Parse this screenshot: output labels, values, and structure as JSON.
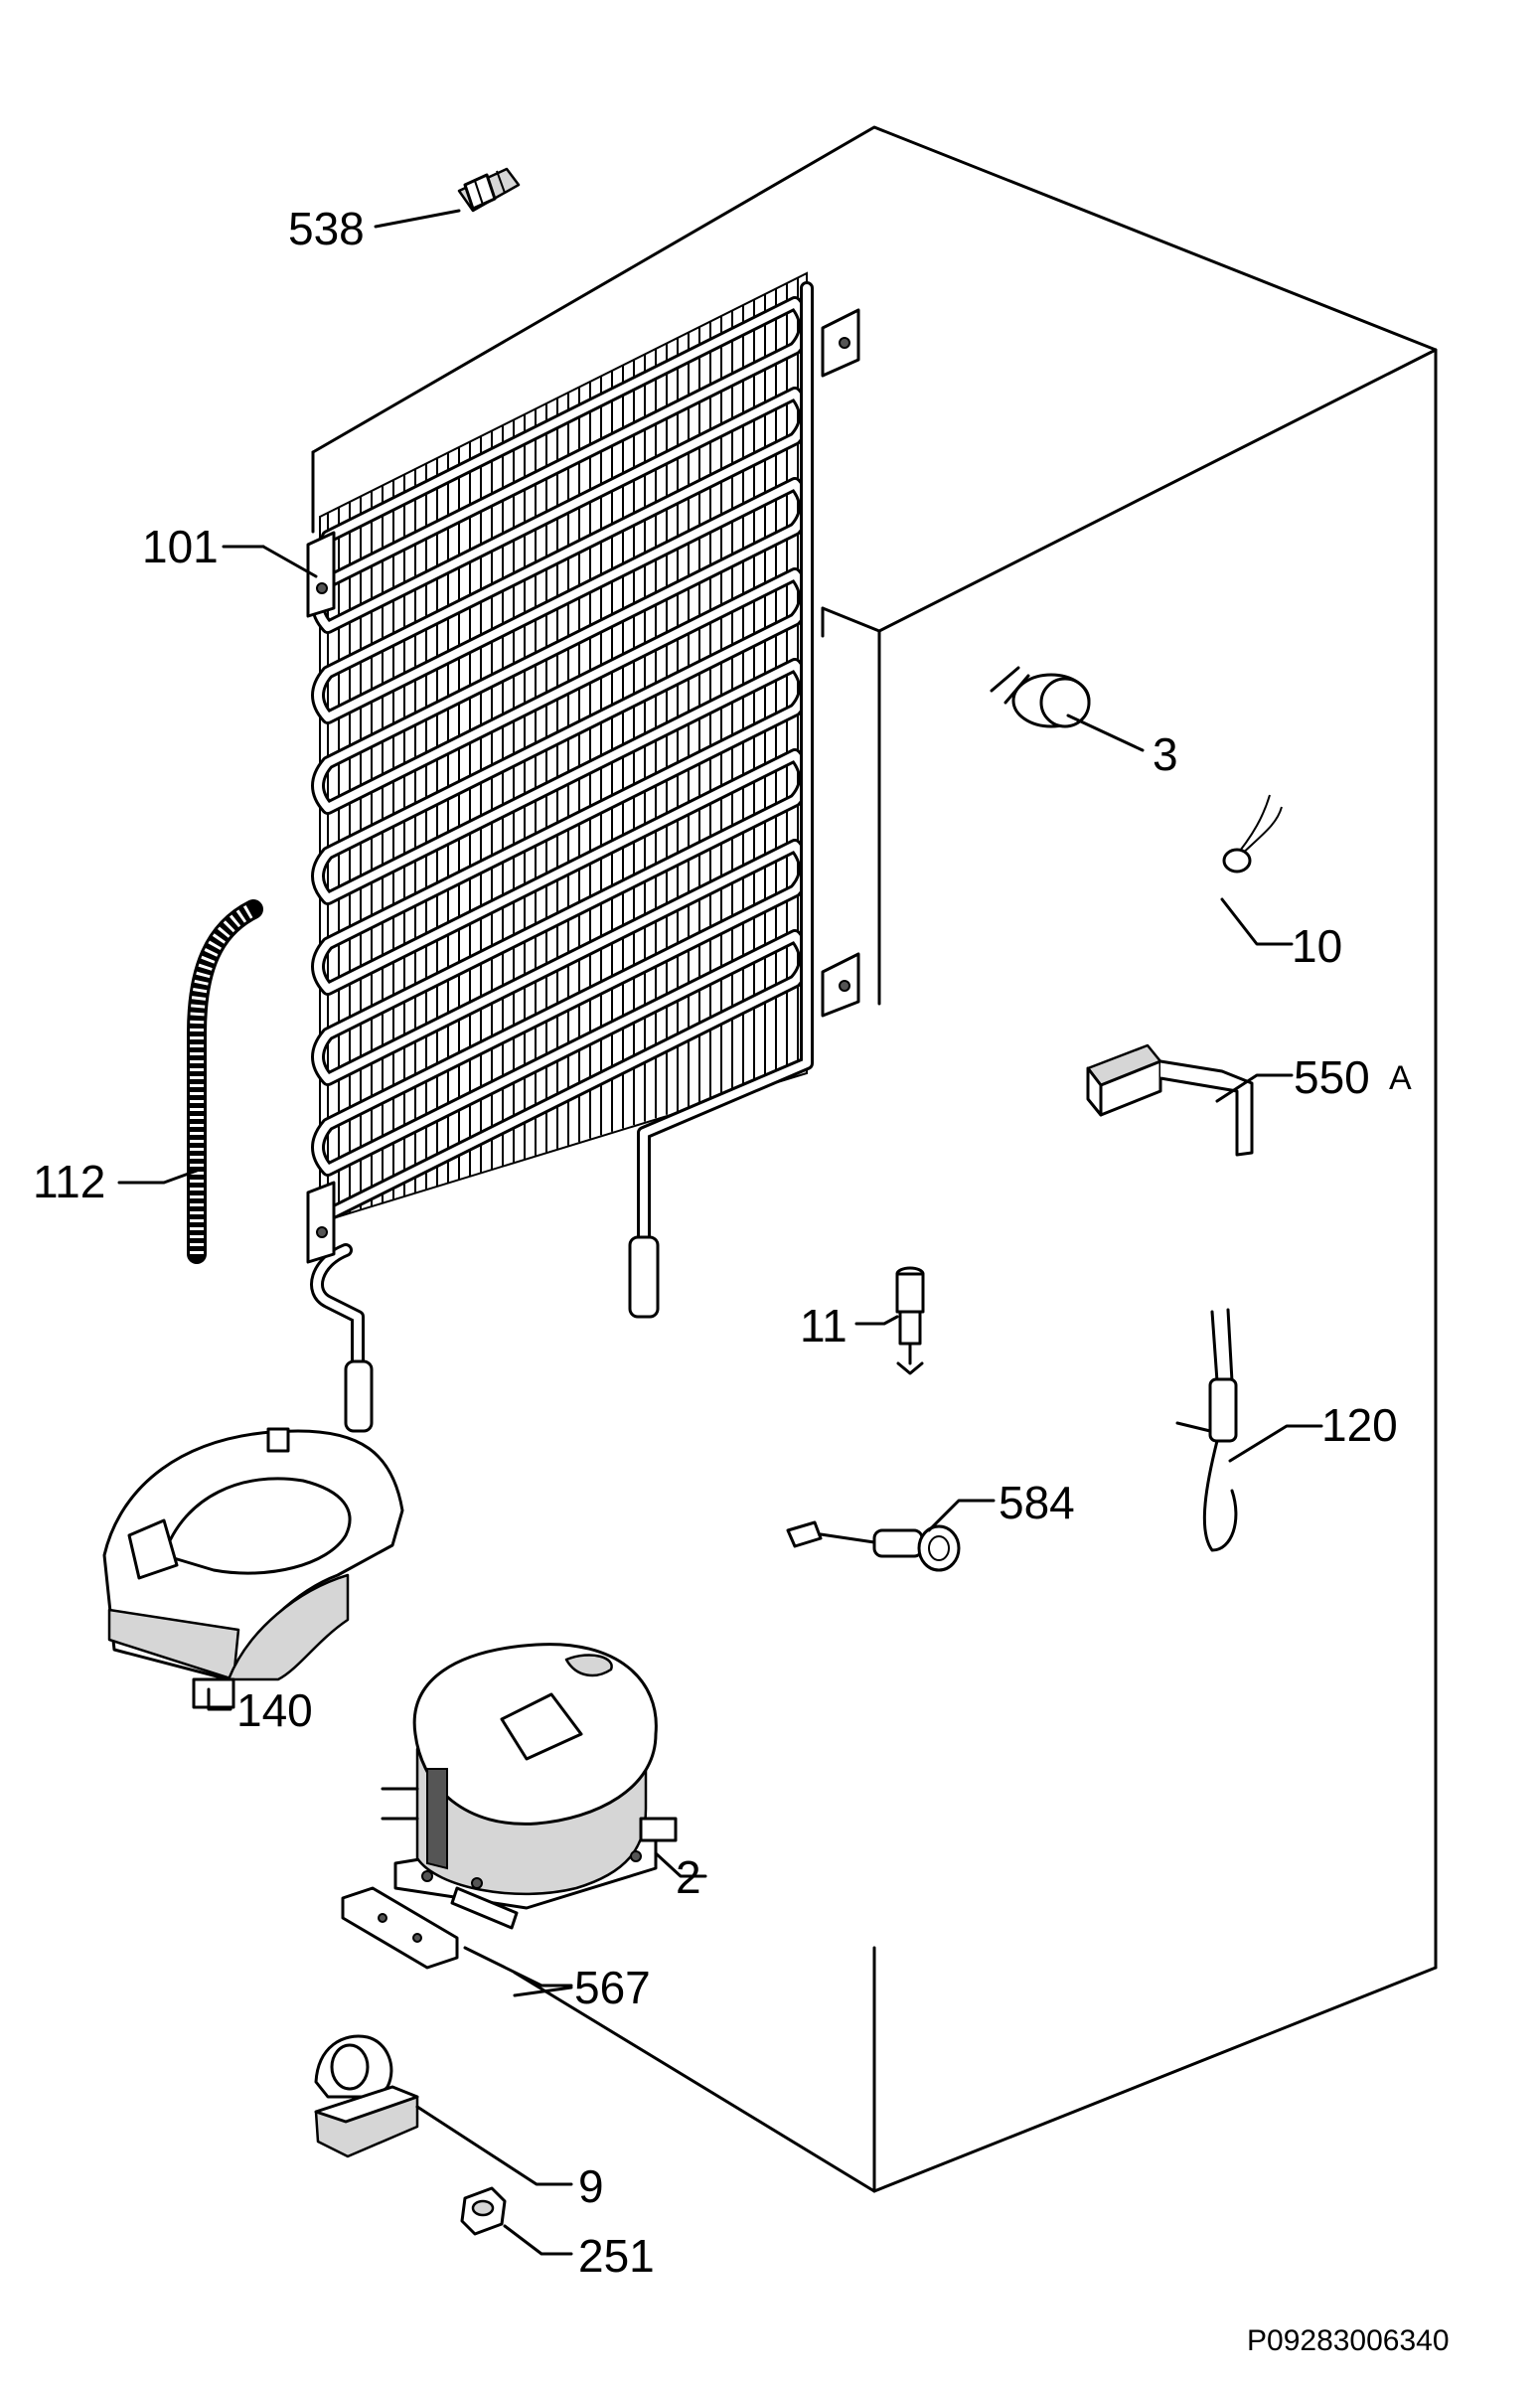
{
  "drawing_code": "P09283006340",
  "parts": [
    {
      "id": "538",
      "label": "538"
    },
    {
      "id": "101",
      "label": "101"
    },
    {
      "id": "3",
      "label": "3"
    },
    {
      "id": "10",
      "label": "10"
    },
    {
      "id": "550A_num",
      "label": "550"
    },
    {
      "id": "550A_suffix",
      "label": "A"
    },
    {
      "id": "112",
      "label": "112"
    },
    {
      "id": "11",
      "label": "11"
    },
    {
      "id": "120",
      "label": "120"
    },
    {
      "id": "584",
      "label": "584"
    },
    {
      "id": "140",
      "label": "140"
    },
    {
      "id": "2",
      "label": "2"
    },
    {
      "id": "567",
      "label": "567"
    },
    {
      "id": "9",
      "label": "9"
    },
    {
      "id": "251",
      "label": "251"
    }
  ]
}
